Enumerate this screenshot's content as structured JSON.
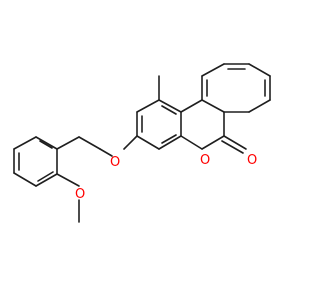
{
  "structure": {
    "atoms": {
      "ring_oxygen": "O",
      "ether_oxygen": "O",
      "carbonyl_oxygen": "O",
      "methoxy_oxygen": "O"
    },
    "colors": {
      "bond": "#1f1f1f",
      "oxygen": "#ff0000",
      "background": "#ffffff"
    }
  }
}
